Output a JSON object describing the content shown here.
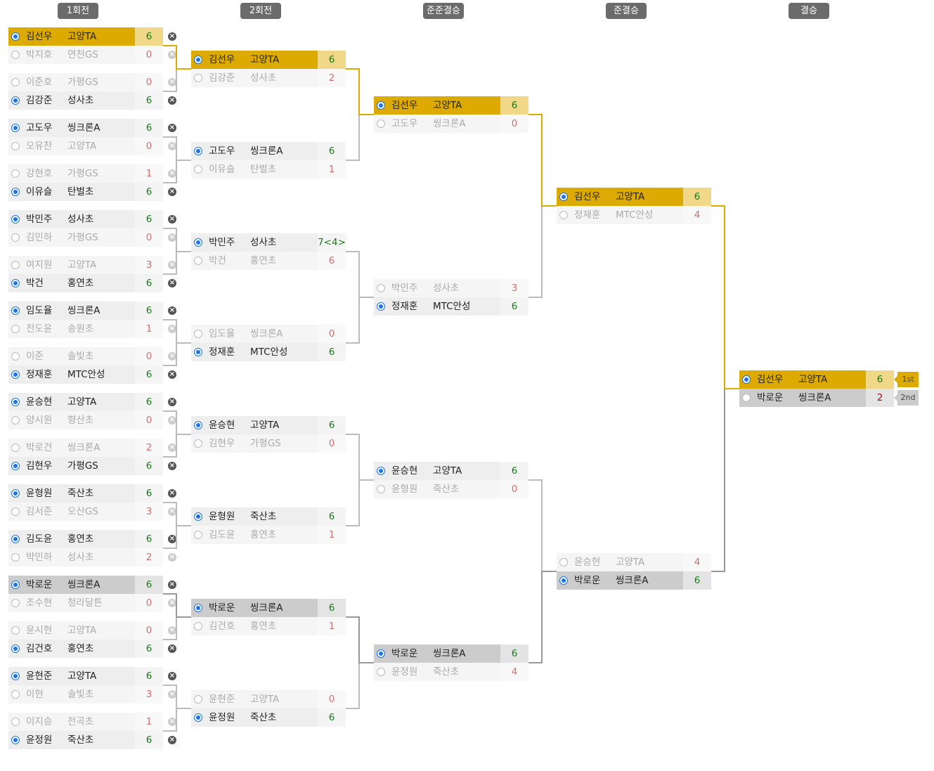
{
  "rounds": [
    {
      "label": "1회전",
      "matches": [
        [
          {
            "name": "김선우",
            "team": "고양TA",
            "score": "6",
            "win": true,
            "hl": "gold"
          },
          {
            "name": "박지호",
            "team": "연천GS",
            "score": "0"
          }
        ],
        [
          {
            "name": "이준호",
            "team": "가평GS",
            "score": "0"
          },
          {
            "name": "김강준",
            "team": "성사초",
            "score": "6",
            "win": true
          }
        ],
        [
          {
            "name": "고도우",
            "team": "씽크론A",
            "score": "6",
            "win": true
          },
          {
            "name": "오유찬",
            "team": "고양TA",
            "score": "0"
          }
        ],
        [
          {
            "name": "강현호",
            "team": "가평GS",
            "score": "1"
          },
          {
            "name": "이유슬",
            "team": "탄벌초",
            "score": "6",
            "win": true
          }
        ],
        [
          {
            "name": "박민주",
            "team": "성사초",
            "score": "6",
            "win": true
          },
          {
            "name": "김민하",
            "team": "가평GS",
            "score": "0"
          }
        ],
        [
          {
            "name": "여지원",
            "team": "고양TA",
            "score": "3"
          },
          {
            "name": "박건",
            "team": "홍연초",
            "score": "6",
            "win": true
          }
        ],
        [
          {
            "name": "임도율",
            "team": "씽크론A",
            "score": "6",
            "win": true
          },
          {
            "name": "전도윤",
            "team": "송원초",
            "score": "1"
          }
        ],
        [
          {
            "name": "이준",
            "team": "솔빛초",
            "score": "0"
          },
          {
            "name": "정재훈",
            "team": "MTC안성",
            "score": "6",
            "win": true
          }
        ],
        [
          {
            "name": "윤승현",
            "team": "고양TA",
            "score": "6",
            "win": true
          },
          {
            "name": "양시원",
            "team": "향산초",
            "score": "0"
          }
        ],
        [
          {
            "name": "박로건",
            "team": "씽크론A",
            "score": "2"
          },
          {
            "name": "김현우",
            "team": "가평GS",
            "score": "6",
            "win": true
          }
        ],
        [
          {
            "name": "윤형원",
            "team": "죽산초",
            "score": "6",
            "win": true
          },
          {
            "name": "김서준",
            "team": "오산GS",
            "score": "3"
          }
        ],
        [
          {
            "name": "김도윤",
            "team": "홍연초",
            "score": "6",
            "win": true
          },
          {
            "name": "박민하",
            "team": "성사초",
            "score": "2"
          }
        ],
        [
          {
            "name": "박로운",
            "team": "씽크론A",
            "score": "6",
            "win": true,
            "hl": "gray"
          },
          {
            "name": "조수현",
            "team": "청라달튼",
            "score": "0"
          }
        ],
        [
          {
            "name": "윤시현",
            "team": "고양TA",
            "score": "0"
          },
          {
            "name": "김건호",
            "team": "홍연초",
            "score": "6",
            "win": true
          }
        ],
        [
          {
            "name": "윤현준",
            "team": "고양TA",
            "score": "6",
            "win": true
          },
          {
            "name": "이현",
            "team": "솔빛초",
            "score": "3"
          }
        ],
        [
          {
            "name": "이지승",
            "team": "전곡초",
            "score": "1"
          },
          {
            "name": "윤정원",
            "team": "죽산초",
            "score": "6",
            "win": true
          }
        ]
      ]
    },
    {
      "label": "2회전",
      "matches": [
        [
          {
            "name": "김선우",
            "team": "고양TA",
            "score": "6",
            "win": true,
            "hl": "gold"
          },
          {
            "name": "김강준",
            "team": "성사초",
            "score": "2"
          }
        ],
        [
          {
            "name": "고도우",
            "team": "씽크론A",
            "score": "6",
            "win": true
          },
          {
            "name": "이유슬",
            "team": "탄벌초",
            "score": "1"
          }
        ],
        [
          {
            "name": "박민주",
            "team": "성사초",
            "score": "7<4>",
            "win": true
          },
          {
            "name": "박건",
            "team": "홍연초",
            "score": "6"
          }
        ],
        [
          {
            "name": "임도율",
            "team": "씽크론A",
            "score": "0"
          },
          {
            "name": "정재훈",
            "team": "MTC안성",
            "score": "6",
            "win": true
          }
        ],
        [
          {
            "name": "윤승현",
            "team": "고양TA",
            "score": "6",
            "win": true
          },
          {
            "name": "김현우",
            "team": "가평GS",
            "score": "0"
          }
        ],
        [
          {
            "name": "윤형원",
            "team": "죽산초",
            "score": "6",
            "win": true
          },
          {
            "name": "김도윤",
            "team": "홍연초",
            "score": "1"
          }
        ],
        [
          {
            "name": "박로운",
            "team": "씽크론A",
            "score": "6",
            "win": true,
            "hl": "gray"
          },
          {
            "name": "김건호",
            "team": "홍연초",
            "score": "1"
          }
        ],
        [
          {
            "name": "윤현준",
            "team": "고양TA",
            "score": "0"
          },
          {
            "name": "윤정원",
            "team": "죽산초",
            "score": "6",
            "win": true
          }
        ]
      ]
    },
    {
      "label": "준준결승",
      "matches": [
        [
          {
            "name": "김선우",
            "team": "고양TA",
            "score": "6",
            "win": true,
            "hl": "gold"
          },
          {
            "name": "고도우",
            "team": "씽크론A",
            "score": "0"
          }
        ],
        [
          {
            "name": "박민주",
            "team": "성사초",
            "score": "3"
          },
          {
            "name": "정재훈",
            "team": "MTC안성",
            "score": "6",
            "win": true
          }
        ],
        [
          {
            "name": "윤승현",
            "team": "고양TA",
            "score": "6",
            "win": true
          },
          {
            "name": "윤형원",
            "team": "죽산초",
            "score": "0"
          }
        ],
        [
          {
            "name": "박로운",
            "team": "씽크론A",
            "score": "6",
            "win": true,
            "hl": "gray"
          },
          {
            "name": "윤정원",
            "team": "죽산초",
            "score": "4"
          }
        ]
      ]
    },
    {
      "label": "준결승",
      "matches": [
        [
          {
            "name": "김선우",
            "team": "고양TA",
            "score": "6",
            "win": true,
            "hl": "gold"
          },
          {
            "name": "정재훈",
            "team": "MTC안성",
            "score": "4"
          }
        ],
        [
          {
            "name": "윤승현",
            "team": "고양TA",
            "score": "4"
          },
          {
            "name": "박로운",
            "team": "씽크론A",
            "score": "6",
            "win": true,
            "hl": "gray"
          }
        ]
      ]
    },
    {
      "label": "결승",
      "matches": [
        [
          {
            "name": "김선우",
            "team": "고양TA",
            "score": "6",
            "win": true,
            "hl": "gold"
          },
          {
            "name": "박로운",
            "team": "씽크론A",
            "score": "2",
            "hl": "gray",
            "dark": true
          }
        ]
      ]
    }
  ],
  "final_badges": [
    "1st",
    "2nd"
  ],
  "colors": {
    "gold": "#dcaa00",
    "gray_path": "#999",
    "line": "#bbb"
  }
}
